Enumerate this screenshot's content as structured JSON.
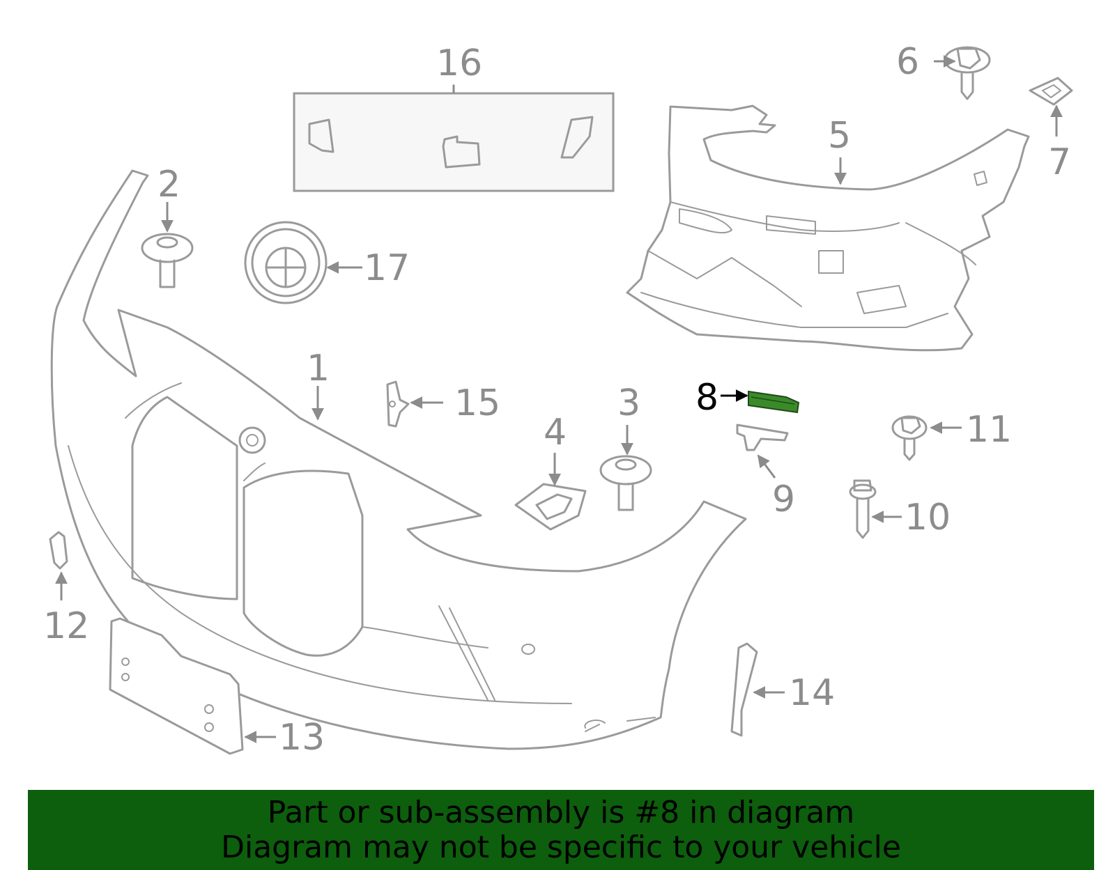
{
  "diagram": {
    "highlight_color": "#3a8a2a",
    "banner_color": "#0d5e0d",
    "callouts": [
      {
        "id": "1",
        "label": "1"
      },
      {
        "id": "2",
        "label": "2"
      },
      {
        "id": "3",
        "label": "3"
      },
      {
        "id": "4",
        "label": "4"
      },
      {
        "id": "5",
        "label": "5"
      },
      {
        "id": "6",
        "label": "6"
      },
      {
        "id": "7",
        "label": "7"
      },
      {
        "id": "8",
        "label": "8",
        "highlighted": true
      },
      {
        "id": "9",
        "label": "9"
      },
      {
        "id": "10",
        "label": "10"
      },
      {
        "id": "11",
        "label": "11"
      },
      {
        "id": "12",
        "label": "12"
      },
      {
        "id": "13",
        "label": "13"
      },
      {
        "id": "14",
        "label": "14"
      },
      {
        "id": "15",
        "label": "15"
      },
      {
        "id": "16",
        "label": "16"
      },
      {
        "id": "17",
        "label": "17"
      }
    ]
  },
  "banner": {
    "line1": "Part or sub-assembly is #8 in diagram",
    "line2": "Diagram may not be specific to your vehicle"
  }
}
